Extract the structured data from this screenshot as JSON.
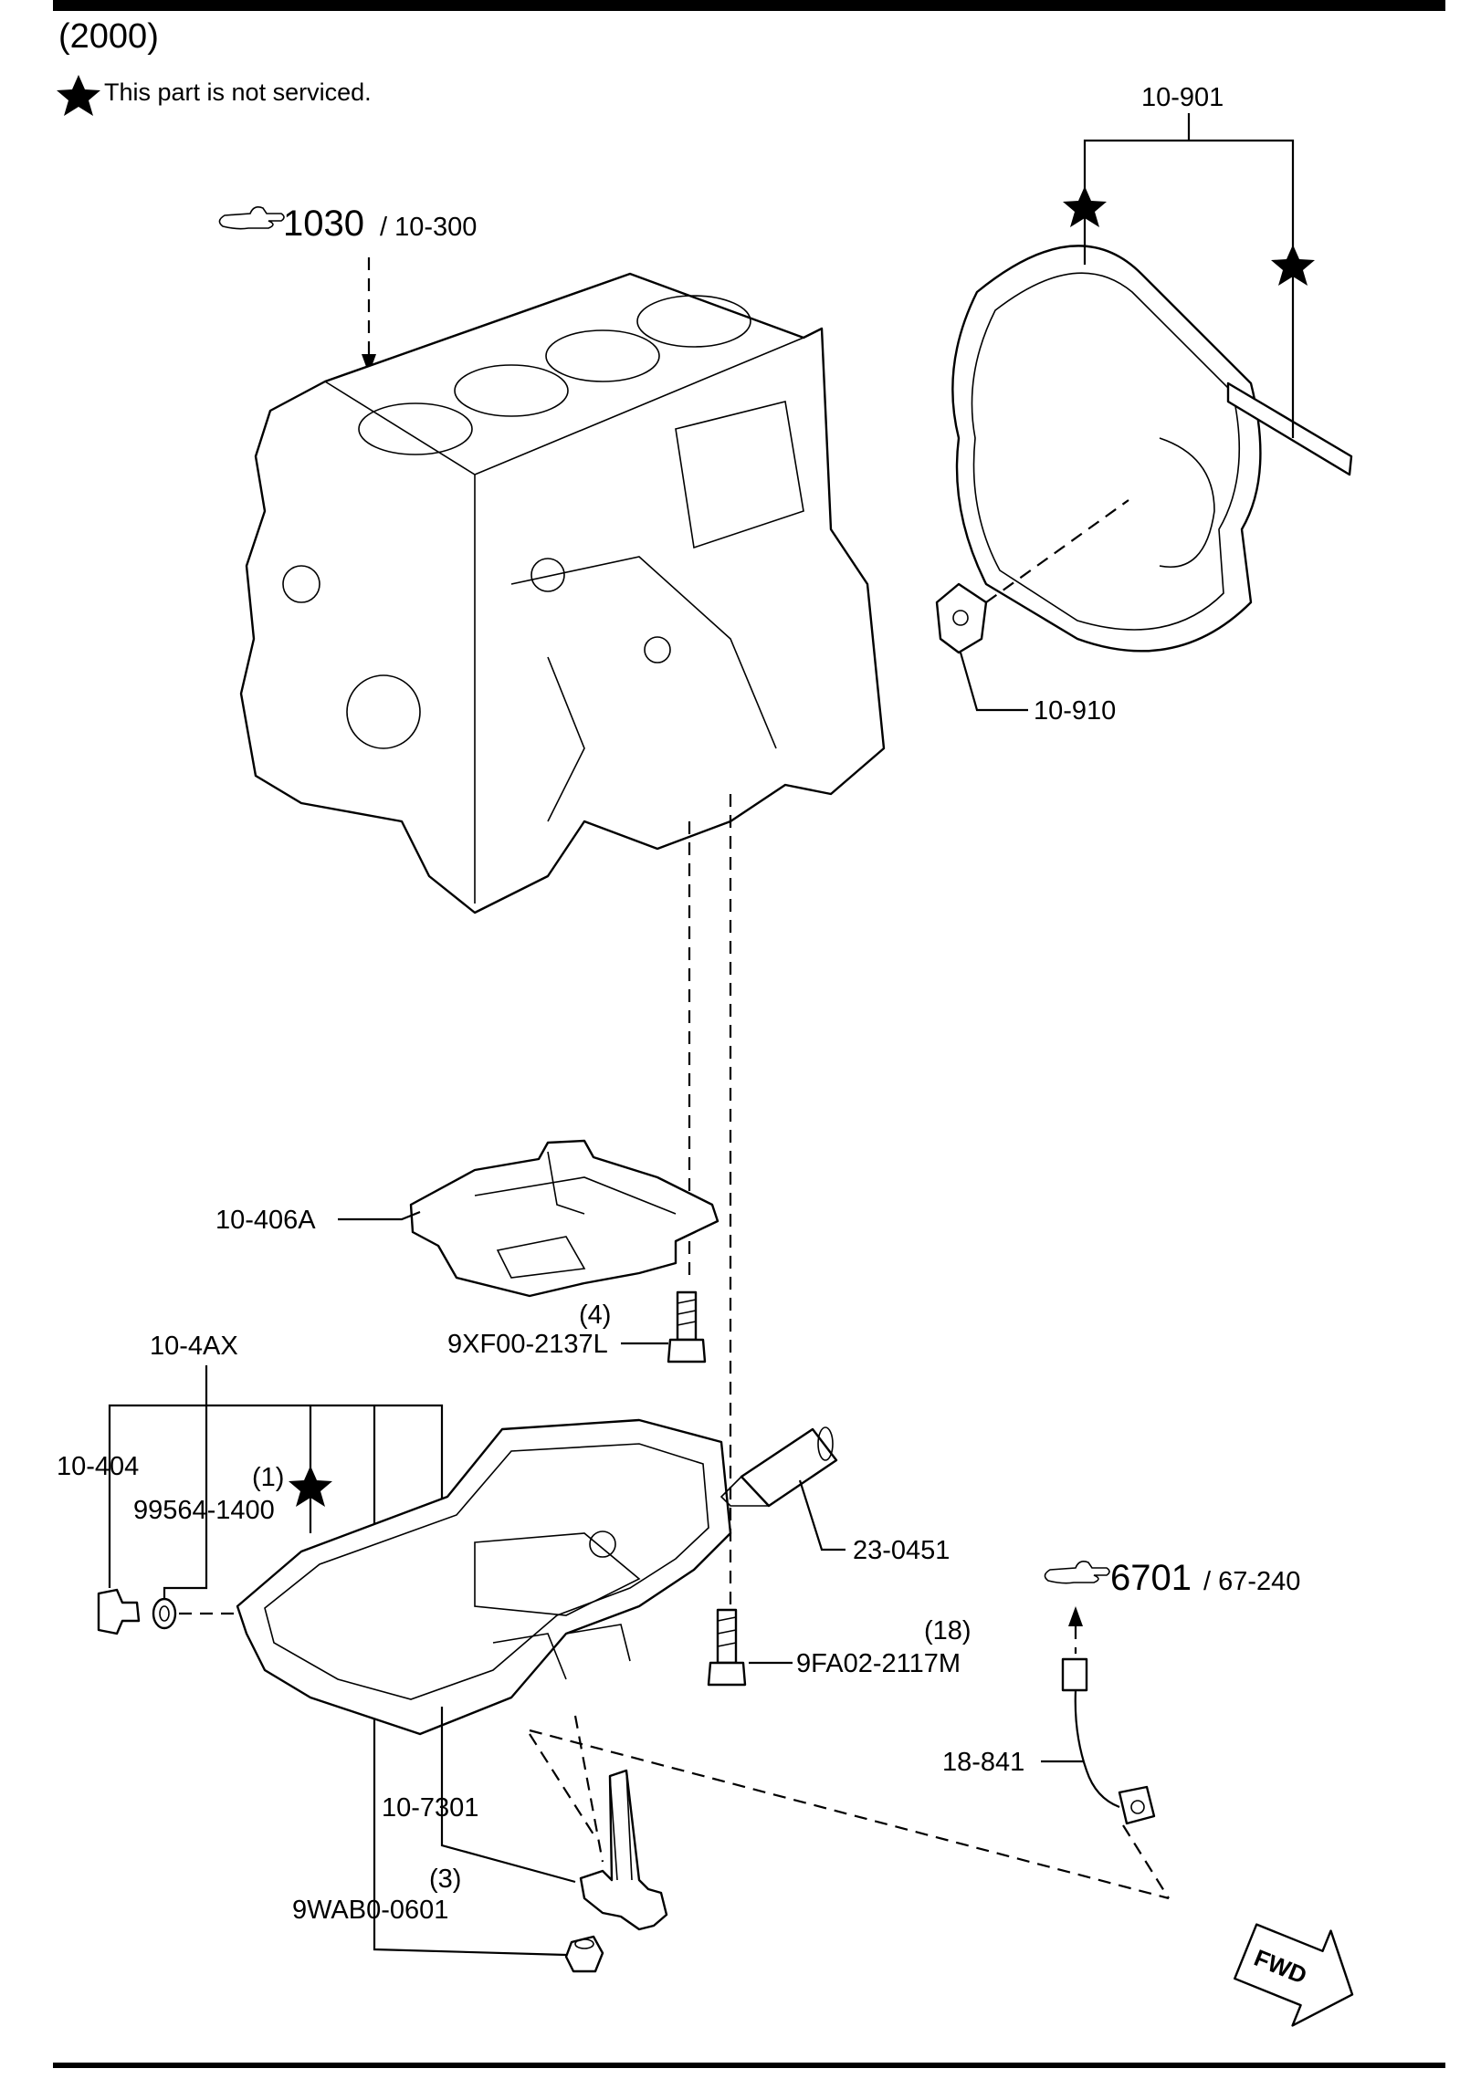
{
  "header": {
    "code": "(2000)",
    "note_text": "This part is not serviced."
  },
  "references": [
    {
      "main": "1030",
      "sub": "/ 10-300"
    },
    {
      "main": "6701",
      "sub": "/ 67-240"
    }
  ],
  "callouts": {
    "c10_901": "10-901",
    "c10_910": "10-910",
    "c10_406A": "10-406A",
    "qty_4": "(4)",
    "c9XF00": "9XF00-2137L",
    "c10_4AX": "10-4AX",
    "c10_404": "10-404",
    "qty_1": "(1)",
    "c99564": "99564-1400",
    "c23_0451": "23-0451",
    "qty_18": "(18)",
    "c9FA02": "9FA02-2117M",
    "c18_841": "18-841",
    "c10_7301": "10-7301",
    "qty_3": "(3)",
    "c9WAB0": "9WAB0-0601"
  },
  "fwd_label": "FWD",
  "icons": {
    "star": "star-icon",
    "hand": "pointing-hand-icon",
    "fwd": "fwd-arrow-icon"
  }
}
